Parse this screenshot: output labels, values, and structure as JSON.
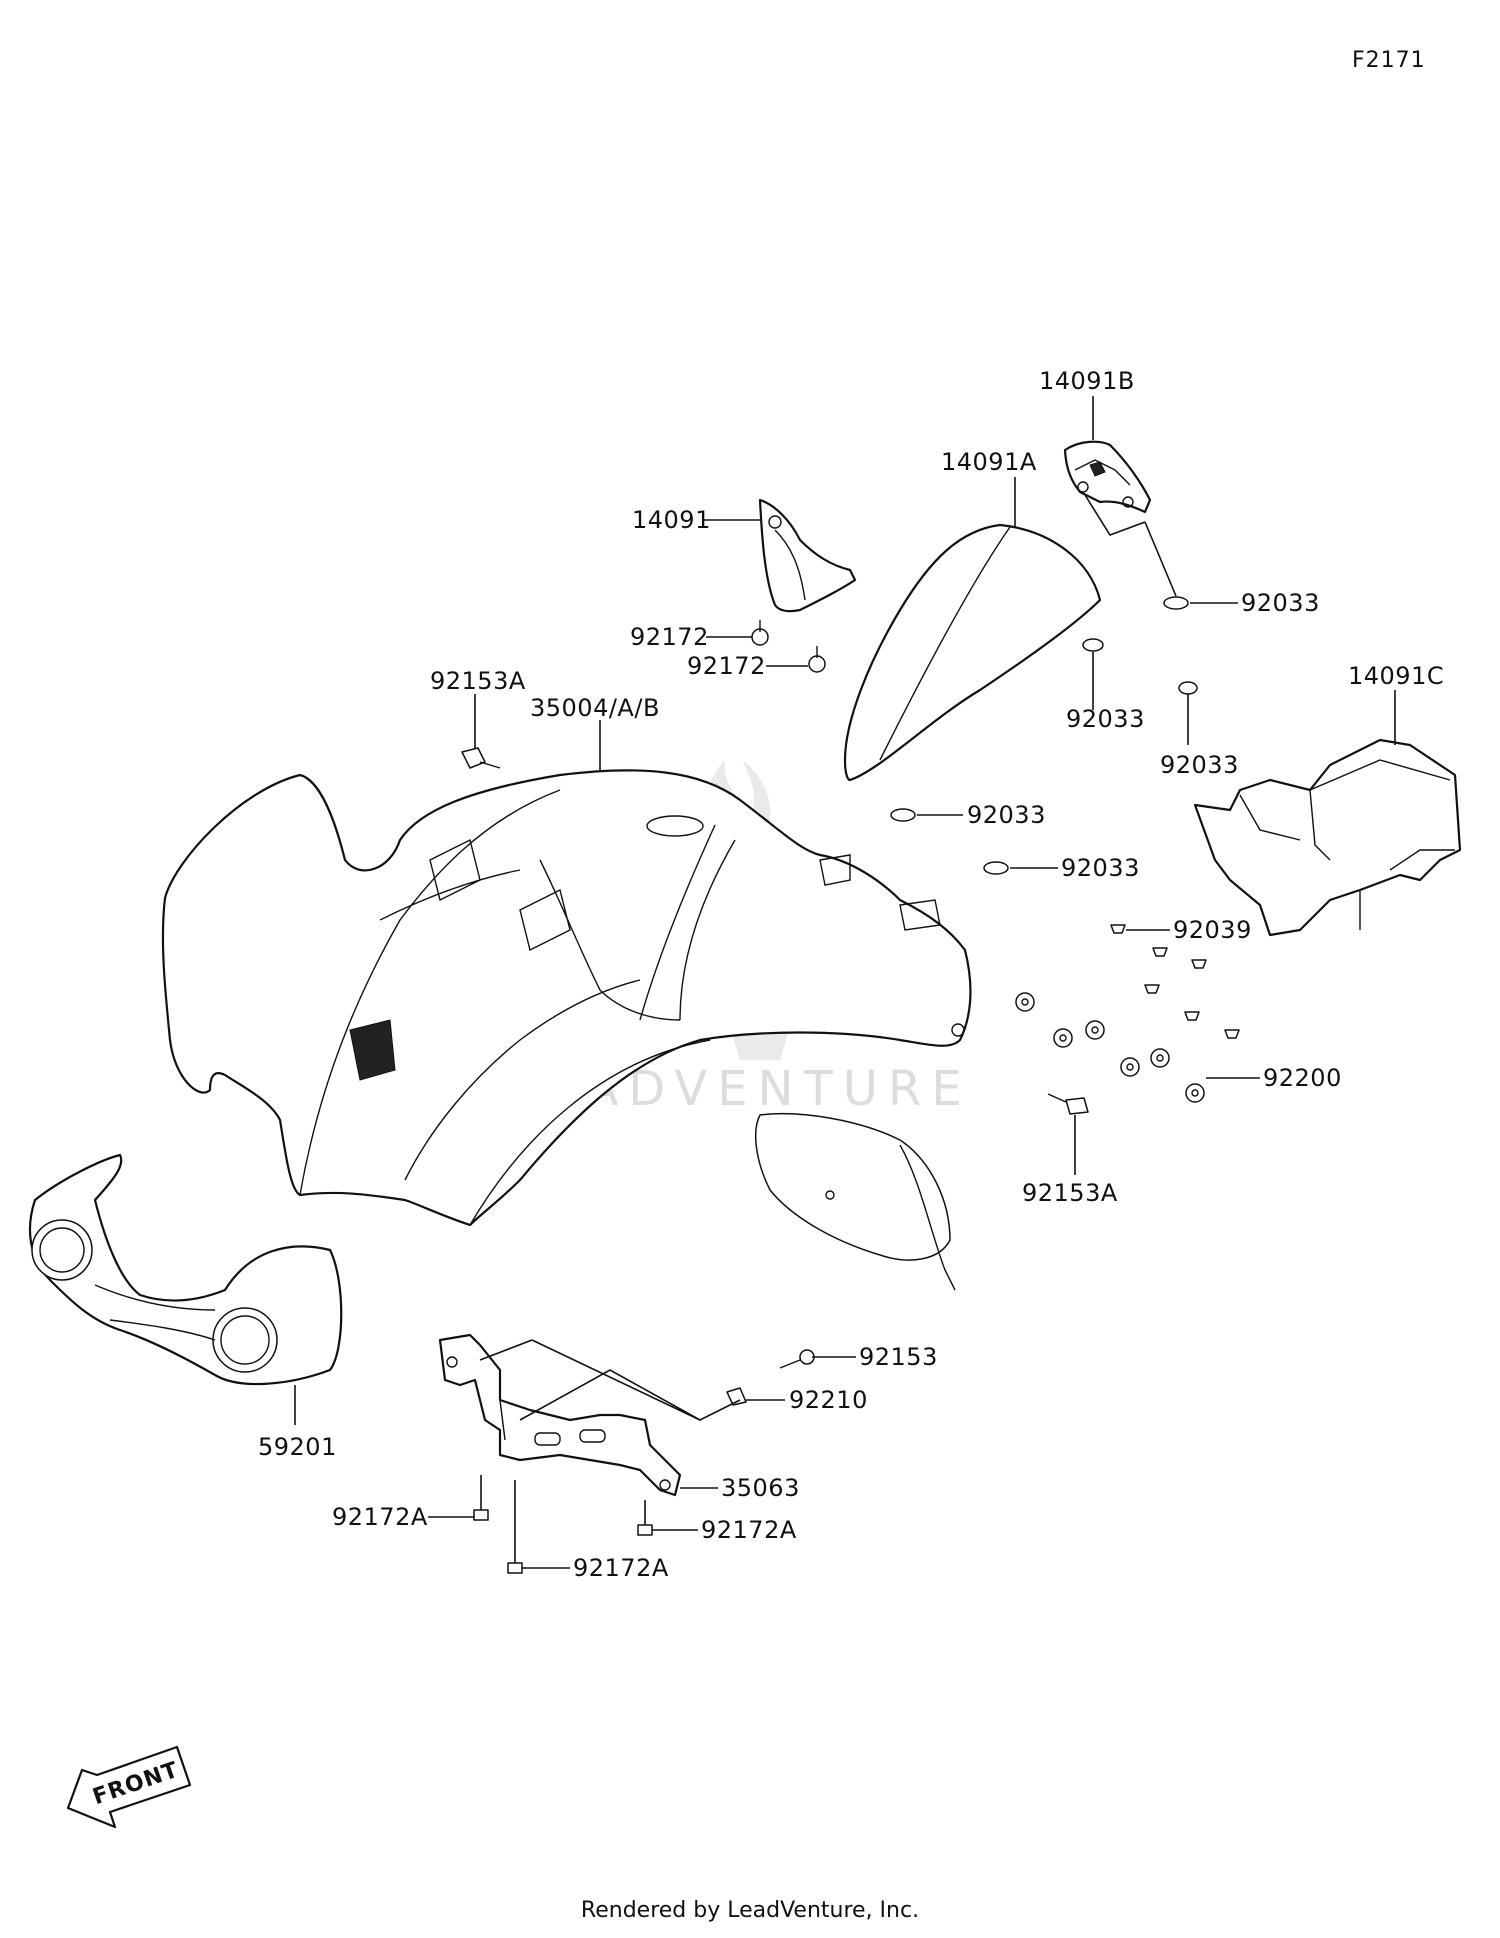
{
  "diagram_code": "F2171",
  "footer": "Rendered by LeadVenture, Inc.",
  "watermark": "LEADVENTURE",
  "front_label": "FRONT",
  "callouts": {
    "p14091B": "14091B",
    "p14091A": "14091A",
    "p14091": "14091",
    "p92033_a": "92033",
    "p92172_a": "92172",
    "p92172_b": "92172",
    "p92153A_a": "92153A",
    "p35004": "35004/A/B",
    "p92033_b": "92033",
    "p92033_c": "92033",
    "p14091C": "14091C",
    "p92033_d": "92033",
    "p92033_e": "92033",
    "p92039": "92039",
    "p92200": "92200",
    "p92153A_b": "92153A",
    "p92153": "92153",
    "p92210": "92210",
    "p35063": "35063",
    "p59201": "59201",
    "p92172A_a": "92172A",
    "p92172A_b": "92172A",
    "p92172A_c": "92172A"
  }
}
